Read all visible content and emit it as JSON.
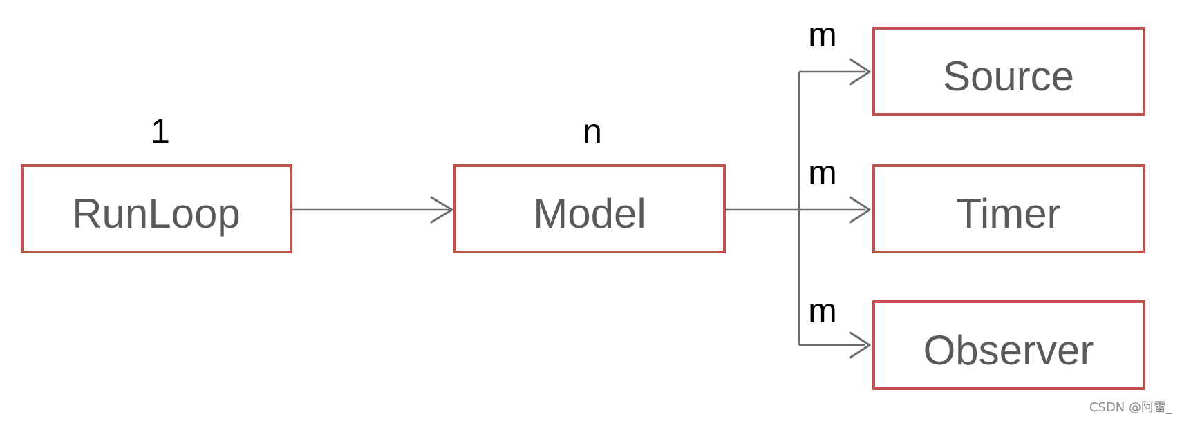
{
  "diagram": {
    "nodes": {
      "runloop": "RunLoop",
      "model": "Model",
      "source": "Source",
      "timer": "Timer",
      "observer": "Observer"
    },
    "multiplicities": {
      "runloop": "1",
      "model": "n",
      "source": "m",
      "timer": "m",
      "observer": "m"
    },
    "colors": {
      "box_border": "#c0504d",
      "box_text": "#595959",
      "connector": "#6b6b6b"
    }
  },
  "watermark": "CSDN @阿雷_"
}
